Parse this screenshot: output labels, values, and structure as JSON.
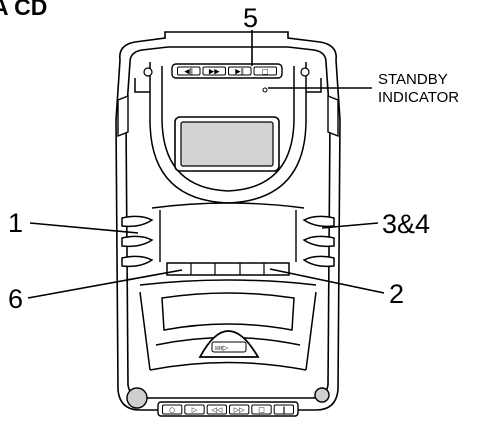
{
  "heading": "A CD",
  "callouts": {
    "c1": "1",
    "c2": "2",
    "c34": "3&4",
    "c5": "5",
    "c6": "6",
    "standby_line1": "STANDBY",
    "standby_line2": "INDICATOR"
  },
  "top_buttons": [
    "◀‖",
    "▶▶",
    "▶‖",
    "□"
  ],
  "bottom_buttons": [
    "○",
    "▷",
    "◁◁",
    "▷▷",
    "□",
    "‖"
  ],
  "eject_glyph": "ıııı▷",
  "colors": {
    "line": "#000000",
    "screen": "#d3d3d3",
    "body": "#ffffff",
    "knob": "#cfcfcf"
  }
}
